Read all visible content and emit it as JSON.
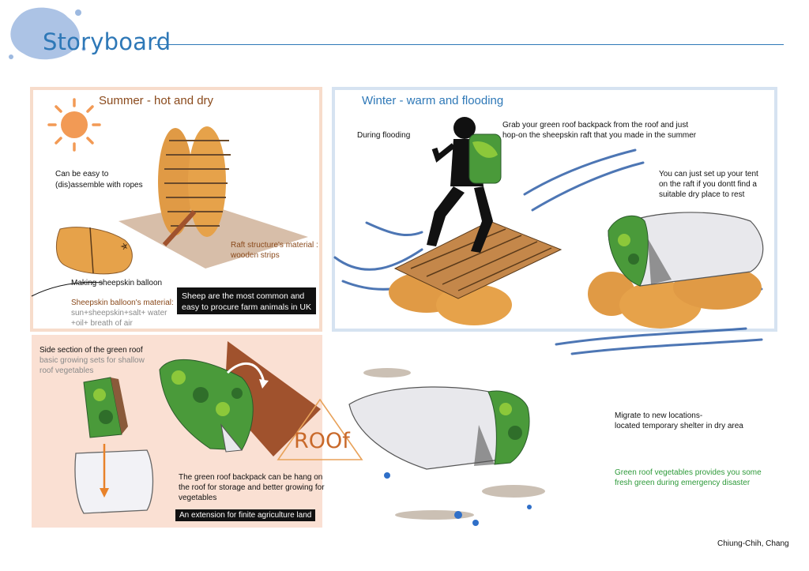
{
  "header": {
    "title": "Storyboard"
  },
  "summer": {
    "heading": "Summer -  hot and dry",
    "assemble_line1": "Can be easy to",
    "assemble_line2": "(dis)assemble with ropes",
    "raft_material_line1": "Raft structure's material :",
    "raft_material_line2": "wooden strips",
    "balloon_caption": "Making sheepskin balloon",
    "balloon_material_label": "Sheepskin balloon's material:",
    "balloon_material_line1": "sun+sheepskin+salt+ water",
    "balloon_material_line2": "+oil+ breath of air",
    "sheep_note_line1": "Sheep are the most common and",
    "sheep_note_line2": "easy to procure farm animals in UK"
  },
  "winter": {
    "heading": "Winter - warm and flooding",
    "during_flooding": "During flooding",
    "grab_line1": "Grab your green roof backpack from the roof and just",
    "grab_line2": "hop-on the sheepskin raft that you made in the summer",
    "tent_line1": "You can just set up your tent",
    "tent_line2": "on the raft if you dontt find a",
    "tent_line3": "suitable dry place to rest"
  },
  "roof": {
    "side_section": "Side section of the green roof",
    "growing_line1": "basic growing sets for shallow",
    "growing_line2": "roof vegetables",
    "word": "ROOf",
    "hang_line1": "The green roof backpack can be hang on",
    "hang_line2": "the roof for storage and better growing for",
    "hang_line3": "vegetables",
    "extension": "An extension for finite agriculture land"
  },
  "migrate": {
    "line1": "Migrate to new locations-",
    "line2": "located temporary shelter in dry area",
    "veg_line1": "Green roof vegetables provides you some",
    "veg_line2": " fresh green during emergency disaster"
  },
  "author": "Chiung-Chih, Chang",
  "colors": {
    "title_blue": "#2e78b7",
    "summer_border": "#f7dccb",
    "winter_border": "#d6e3f1",
    "roof_bg": "#fae0d3",
    "brown_text": "#8a4a1c",
    "green_text": "#2e9a3a",
    "sun": "#f29a55",
    "balloon": "#e6a24a"
  }
}
